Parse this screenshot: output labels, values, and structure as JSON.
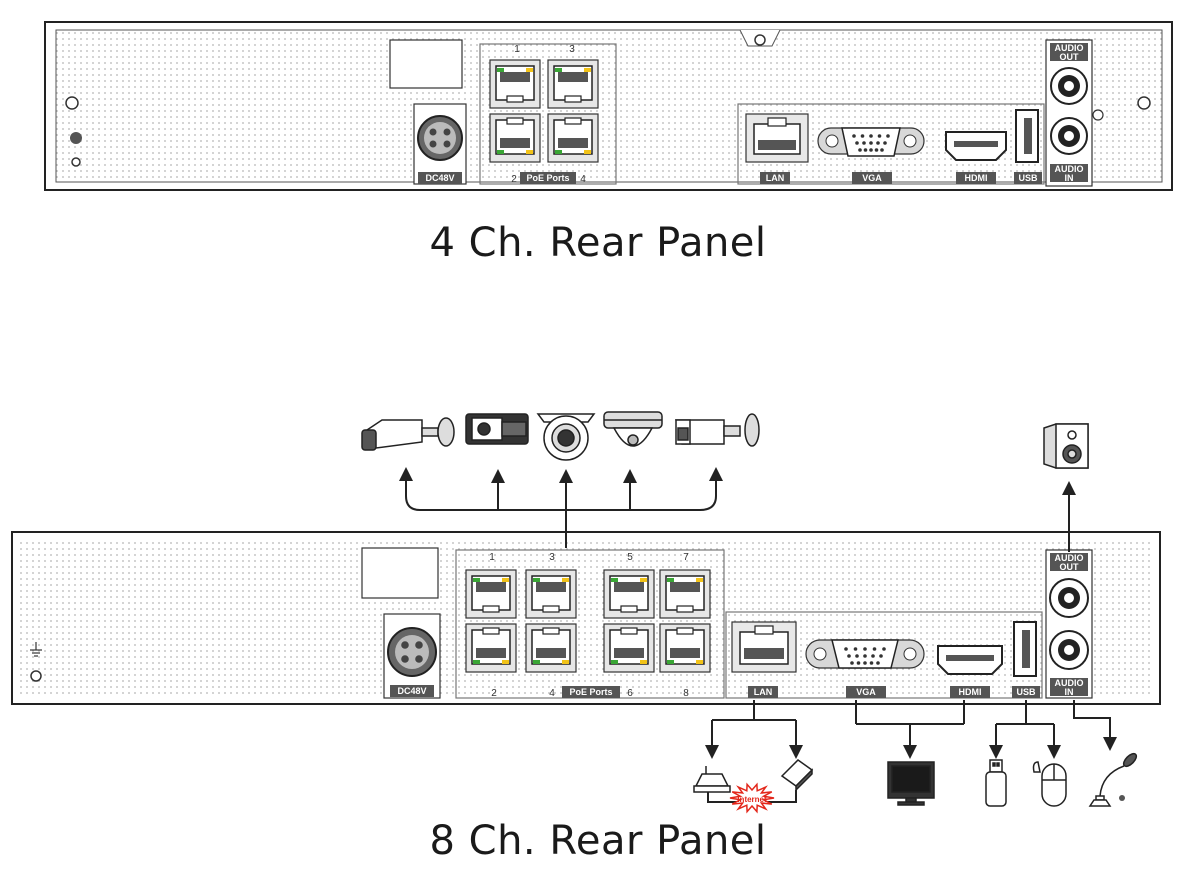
{
  "panels": {
    "four": {
      "title": "4 Ch. Rear Panel",
      "dc_label": "DC48V",
      "poe_label": "PoE Ports",
      "poe_numbers_top": [
        "1",
        "3"
      ],
      "poe_numbers_bottom": [
        "2",
        "4"
      ],
      "lan_label": "LAN",
      "vga_label": "VGA",
      "hdmi_label": "HDMI",
      "usb_label": "USB",
      "audio_out_label": [
        "AUDIO",
        "OUT"
      ],
      "audio_in_label": [
        "AUDIO",
        "IN"
      ]
    },
    "eight": {
      "title": "8 Ch. Rear Panel",
      "dc_label": "DC48V",
      "poe_label": "PoE Ports",
      "poe_numbers_top": [
        "1",
        "3",
        "5",
        "7"
      ],
      "poe_numbers_bottom": [
        "2",
        "4",
        "6",
        "8"
      ],
      "lan_label": "LAN",
      "vga_label": "VGA",
      "hdmi_label": "HDMI",
      "usb_label": "USB",
      "audio_out_label": [
        "AUDIO",
        "OUT"
      ],
      "audio_in_label": [
        "AUDIO",
        "IN"
      ]
    }
  },
  "devices": {
    "cameras": [
      "bullet-camera-icon",
      "box-camera-icon",
      "turret-camera-icon",
      "dome-camera-icon",
      "bullet-camera-icon"
    ],
    "speaker": "speaker-icon",
    "router": "router-icon",
    "internet_label": "Internet",
    "modem": "modem-icon",
    "monitor": "monitor-icon",
    "usb_drive": "usb-drive-icon",
    "mouse": "mouse-icon",
    "microphone": "microphone-icon"
  },
  "colors": {
    "port_green": "#3aa635",
    "port_yellow": "#f2c318",
    "outline": "#222222",
    "burst": "#e3271b"
  }
}
